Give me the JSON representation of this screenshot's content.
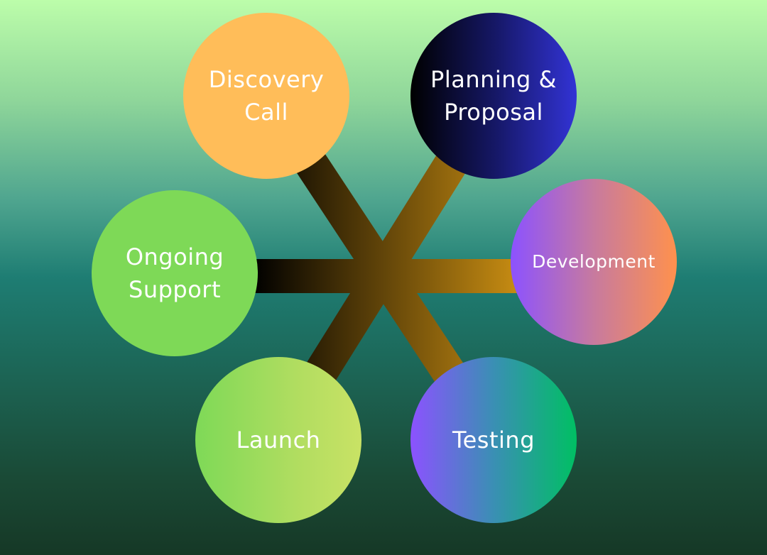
{
  "diagram": {
    "title": "",
    "nodes": [
      {
        "id": "discovery",
        "label": "Discovery\nCall"
      },
      {
        "id": "planning",
        "label": "Planning &\nProposal"
      },
      {
        "id": "development",
        "label": "Development"
      },
      {
        "id": "testing",
        "label": "Testing"
      },
      {
        "id": "launch",
        "label": "Launch"
      },
      {
        "id": "ongoing",
        "label": "Ongoing\nSupport"
      }
    ],
    "connectors": {
      "style": "radial spokes joined at a central hub",
      "gradient_colors": [
        "#000000",
        "#c48a12"
      ]
    }
  }
}
